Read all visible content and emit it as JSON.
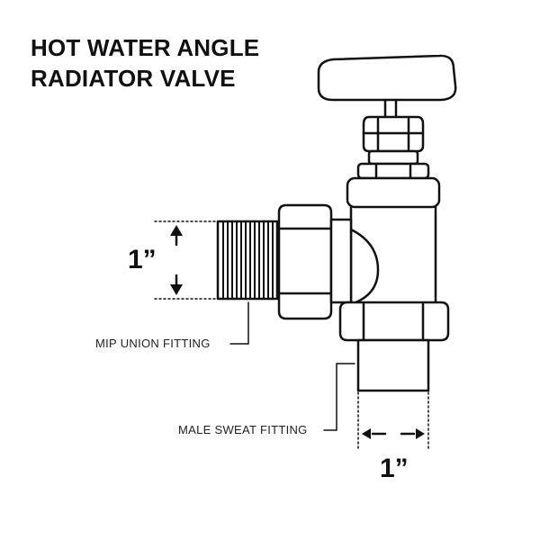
{
  "title": {
    "line1": "HOT WATER ANGLE",
    "line2": "RADIATOR VALVE"
  },
  "dimensions": {
    "inlet": "1”",
    "outlet": "1”"
  },
  "callouts": {
    "mip": "MIP UNION FITTING",
    "sweat": "MALE SWEAT FITTING"
  }
}
